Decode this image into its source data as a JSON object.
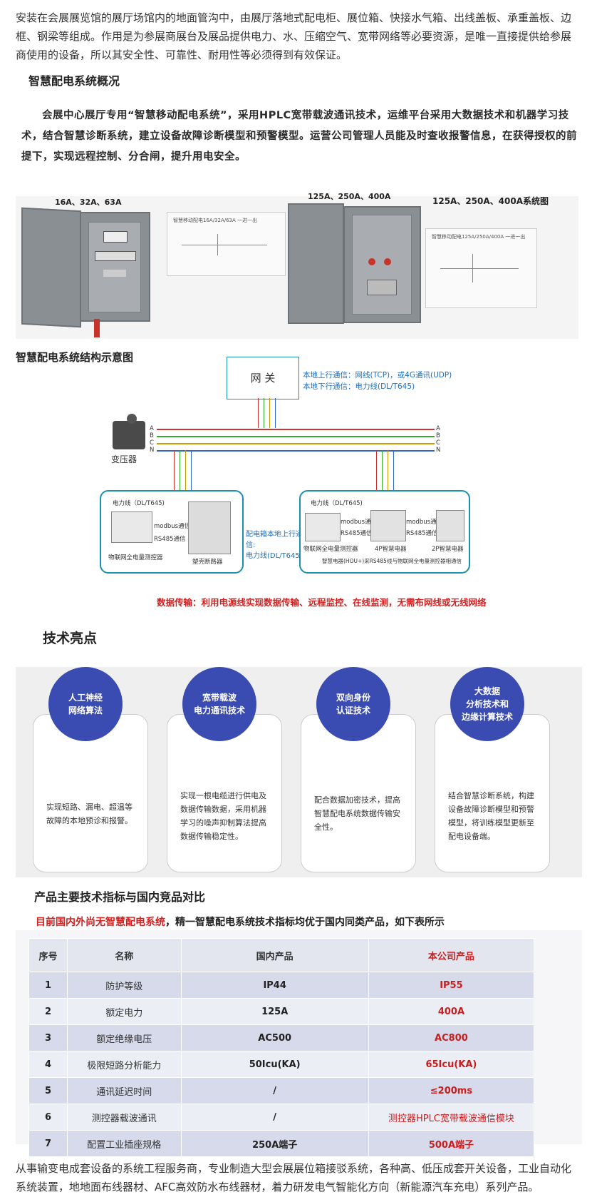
{
  "intro_paragraph": "安装在会展展览馆的展厅场馆内的地面管沟中，由展厅落地式配电柜、展位箱、快接水气箱、出线盖板、承重盖板、边框、钢梁等组成。作用是为参展商展台及展品提供电力、水、压缩空气、宽带网络等必要资源，是唯一直接提供给参展商使用的设备，所以其安全性、可靠性、耐用性等必须得到有效保证。",
  "overview": {
    "heading": "智慧配电系统概况",
    "body": "会展中心展厅专用“智慧移动配电系统”，采用HPLC宽带载波通讯技术，运维平台采用大数据技术和机器学习技术，结合智慧诊断系统，建立设备故障诊断模型和预警模型。运营公司管理人员能及时查收报警信息，在获得授权的前提下，实现远程控制、分合闸，提升用电安全。"
  },
  "photos": {
    "cap_left": "16A、32A、63A",
    "cap_mid": "125A、250A、400A",
    "cap_right": "125A、250A、400A系统图",
    "mini1_title": "智慧移动配电16A/32A/63A 一进一出",
    "mini2_title": "智慧移动配电125A/250A/400A 一进一出"
  },
  "structure": {
    "heading": "智慧配电系统结构示意图",
    "gateway": "网 关",
    "uplink": "本地上行通信：网线(TCP)，或4G通讯(UDP)",
    "downlink": "本地下行通信：电力线(DL/T645)",
    "transformer": "变压器",
    "phase_a": "A",
    "phase_b": "B",
    "phase_c": "C",
    "phase_n": "N",
    "left_box_label": "电力线（DL/T645)",
    "left_meter": "物联网全电量测控器",
    "left_modbus": "modbus通信",
    "left_rs485": "RS485通信",
    "left_breaker": "塑壳断路器",
    "center_note": "配电箱本地上行通信:\n电力线(DL/T645)",
    "right_box_label": "电力线（DL/T645)",
    "right_meter": "物联网全电量测控器",
    "right_modbus1": "modbus通信",
    "right_rs485_1": "RS485通信",
    "right_4p": "4P智慧电器",
    "right_modbus2": "modbus通信",
    "right_rs485_2": "RS485通信",
    "right_2p": "2P智慧电器",
    "right_footer": "智慧电器(HOU+)采RS485线与物联网全电量测控器相通信",
    "data_note": "数据传输：利用电源线实现数据传输、远程监控、在线监测，无需布网线或无线网络"
  },
  "highlights": {
    "heading": "技术亮点",
    "cards": [
      {
        "title": "人工神经\n网络算法",
        "text": "实现短路、漏电、超温等故障的本地预诊和报警。"
      },
      {
        "title": "宽带载波\n电力通讯技术",
        "text": "实现一根电缆进行供电及数据传输数据，采用机器学习的噪声抑制算法提高数据传输稳定性。"
      },
      {
        "title": "双向身份\n认证技术",
        "text": "配合数据加密技术，提高智慧配电系统数据传输安全性。"
      },
      {
        "title": "大数据\n分析技术和\n边缘计算技术",
        "text": "结合智慧诊断系统，构建设备故障诊断模型和预警模型，将训练模型更新至配电设备端。"
      }
    ]
  },
  "comparison": {
    "heading": "产品主要技术指标与国内竞品对比",
    "lead_red": "目前国内外尚无智慧配电系统",
    "lead_rest": "，精一智慧配电系统技术指标均优于国内同类产品，如下表所示",
    "columns": [
      "序号",
      "名称",
      "国内产品",
      "本公司产品"
    ],
    "rows": [
      [
        "1",
        "防护等级",
        "IP44",
        "IP55"
      ],
      [
        "2",
        "额定电力",
        "125A",
        "400A"
      ],
      [
        "3",
        "额定绝缘电压",
        "AC500",
        "AC800"
      ],
      [
        "4",
        "极限短路分析能力",
        "50Icu(KA)",
        "65Icu(KA)"
      ],
      [
        "5",
        "通讯延迟时间",
        "/",
        "≤200ms"
      ],
      [
        "6",
        "测控器载波通讯",
        "/",
        "测控器HPLC宽带载波通信模块"
      ],
      [
        "7",
        "配置工业插座规格",
        "250A端子",
        "500A端子"
      ]
    ]
  },
  "footer_paragraph": "从事输变电成套设备的系统工程服务商，专业制造大型会展展位箱接驳系统，各种高、低压成套开关设备，工业自动化系统装置，地地面布线器材、AFC高效防水布线器材，着力研发电气智能化方向（新能源汽车充电）系列产品。",
  "colors": {
    "accent_blue": "#3a4bb2",
    "diagram_blue": "#1a8fb0",
    "red": "#d32020"
  }
}
